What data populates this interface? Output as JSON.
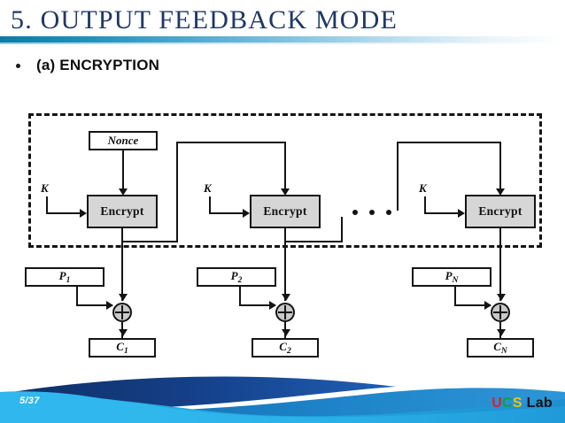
{
  "slide": {
    "title": "5. OUTPUT FEEDBACK MODE",
    "bullet": "(a) ENCRYPTION",
    "page_number": "5/37",
    "accent_color": "#1f3864",
    "rule_color": "#0c7ba8"
  },
  "logo": {
    "u": "U",
    "c": "C",
    "s": "S",
    "lab": "Lab"
  },
  "diagram": {
    "nonce_label": "Nonce",
    "key_labels": [
      "K",
      "K",
      "K"
    ],
    "encrypt_labels": [
      "Encrypt",
      "Encrypt",
      "Encrypt"
    ],
    "plaintext_labels": [
      "P",
      "P",
      "P"
    ],
    "plaintext_subs": [
      "1",
      "2",
      "N"
    ],
    "ciphertext_labels": [
      "C",
      "C",
      "C"
    ],
    "ciphertext_subs": [
      "1",
      "2",
      "N"
    ],
    "ellipsis": "• • •",
    "block_fill": "#d6d6d6",
    "line_color": "#141414"
  }
}
